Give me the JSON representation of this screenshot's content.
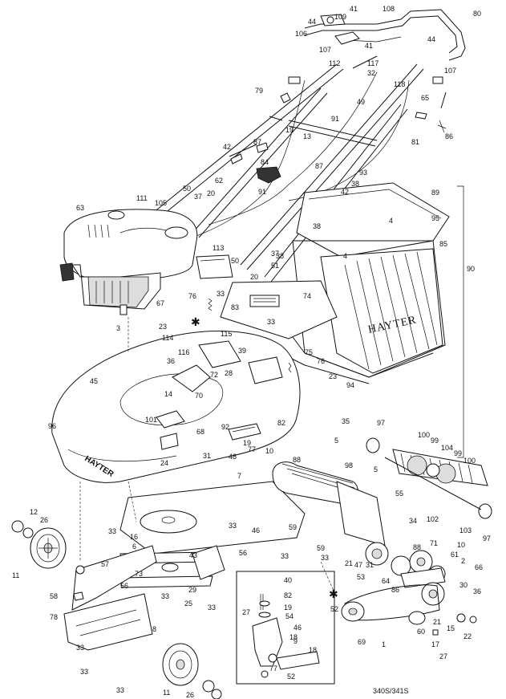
{
  "diagram": {
    "model_ref": "340S/341S",
    "brand_box": "HAYTER",
    "brand_deck": "HAYTER",
    "labels": [
      {
        "id": "l41a",
        "text": "41"
      },
      {
        "id": "l108",
        "text": "108"
      },
      {
        "id": "l80",
        "text": "80"
      },
      {
        "id": "l44a",
        "text": "44"
      },
      {
        "id": "l109",
        "text": "109"
      },
      {
        "id": "l106",
        "text": "106"
      },
      {
        "id": "l41b",
        "text": "41"
      },
      {
        "id": "l107a",
        "text": "107"
      },
      {
        "id": "l44b",
        "text": "44"
      },
      {
        "id": "l107b",
        "text": "107"
      },
      {
        "id": "l112",
        "text": "112"
      },
      {
        "id": "l117",
        "text": "117"
      },
      {
        "id": "l32",
        "text": "32"
      },
      {
        "id": "l79",
        "text": "79"
      },
      {
        "id": "l118",
        "text": "118"
      },
      {
        "id": "l65",
        "text": "65"
      },
      {
        "id": "l49",
        "text": "49"
      },
      {
        "id": "l91a",
        "text": "91"
      },
      {
        "id": "l19a",
        "text": "19"
      },
      {
        "id": "l13",
        "text": "13"
      },
      {
        "id": "l81",
        "text": "81"
      },
      {
        "id": "l86a",
        "text": "86"
      },
      {
        "id": "l42a",
        "text": "42"
      },
      {
        "id": "l87a",
        "text": "87"
      },
      {
        "id": "l84",
        "text": "84"
      },
      {
        "id": "l87b",
        "text": "87"
      },
      {
        "id": "l93",
        "text": "93"
      },
      {
        "id": "l62",
        "text": "62"
      },
      {
        "id": "l38a",
        "text": "38"
      },
      {
        "id": "l89",
        "text": "89"
      },
      {
        "id": "l50a",
        "text": "50"
      },
      {
        "id": "l37a",
        "text": "37"
      },
      {
        "id": "l20a",
        "text": "20"
      },
      {
        "id": "l91b",
        "text": "91"
      },
      {
        "id": "l42b",
        "text": "42"
      },
      {
        "id": "l111",
        "text": "111"
      },
      {
        "id": "l105",
        "text": "105"
      },
      {
        "id": "l63",
        "text": "63"
      },
      {
        "id": "l4a",
        "text": "4"
      },
      {
        "id": "l95",
        "text": "95"
      },
      {
        "id": "l38b",
        "text": "38"
      },
      {
        "id": "l85",
        "text": "85"
      },
      {
        "id": "l113",
        "text": "113"
      },
      {
        "id": "l90",
        "text": "90"
      },
      {
        "id": "l50b",
        "text": "50"
      },
      {
        "id": "l37b",
        "text": "37"
      },
      {
        "id": "l38c",
        "text": "38"
      },
      {
        "id": "l4b",
        "text": "4"
      },
      {
        "id": "l20b",
        "text": "20"
      },
      {
        "id": "l51",
        "text": "51"
      },
      {
        "id": "l76a",
        "text": "76"
      },
      {
        "id": "l33a",
        "text": "33"
      },
      {
        "id": "l83",
        "text": "83"
      },
      {
        "id": "l74",
        "text": "74"
      },
      {
        "id": "l67",
        "text": "67"
      },
      {
        "id": "l3",
        "text": "3"
      },
      {
        "id": "l23a",
        "text": "23"
      },
      {
        "id": "l33b",
        "text": "33"
      },
      {
        "id": "l114",
        "text": "114"
      },
      {
        "id": "l115",
        "text": "115"
      },
      {
        "id": "l75",
        "text": "75"
      },
      {
        "id": "l116",
        "text": "116"
      },
      {
        "id": "l39",
        "text": "39"
      },
      {
        "id": "l76b",
        "text": "76"
      },
      {
        "id": "l36a",
        "text": "36"
      },
      {
        "id": "l72",
        "text": "72"
      },
      {
        "id": "l28",
        "text": "28"
      },
      {
        "id": "l23b",
        "text": "23"
      },
      {
        "id": "l45",
        "text": "45"
      },
      {
        "id": "l94",
        "text": "94"
      },
      {
        "id": "l14",
        "text": "14"
      },
      {
        "id": "l70",
        "text": "70"
      },
      {
        "id": "l101",
        "text": "101"
      },
      {
        "id": "l68",
        "text": "68"
      },
      {
        "id": "l92",
        "text": "92"
      },
      {
        "id": "l82a",
        "text": "82"
      },
      {
        "id": "l35",
        "text": "35"
      },
      {
        "id": "l97a",
        "text": "97"
      },
      {
        "id": "l96",
        "text": "96"
      },
      {
        "id": "l19b",
        "text": "19"
      },
      {
        "id": "l5a",
        "text": "5"
      },
      {
        "id": "l24",
        "text": "24"
      },
      {
        "id": "l31a",
        "text": "31"
      },
      {
        "id": "l48",
        "text": "48"
      },
      {
        "id": "l77a",
        "text": "77"
      },
      {
        "id": "l10a",
        "text": "10"
      },
      {
        "id": "l88a",
        "text": "88"
      },
      {
        "id": "l100a",
        "text": "100"
      },
      {
        "id": "l99a",
        "text": "99"
      },
      {
        "id": "l104",
        "text": "104"
      },
      {
        "id": "l99b",
        "text": "99"
      },
      {
        "id": "l100b",
        "text": "100"
      },
      {
        "id": "l98",
        "text": "98"
      },
      {
        "id": "l7",
        "text": "7"
      },
      {
        "id": "l5b",
        "text": "5"
      },
      {
        "id": "l55",
        "text": "55"
      },
      {
        "id": "l12",
        "text": "12"
      },
      {
        "id": "l26a",
        "text": "26"
      },
      {
        "id": "l102",
        "text": "102"
      },
      {
        "id": "l103",
        "text": "103"
      },
      {
        "id": "l97b",
        "text": "97"
      },
      {
        "id": "l33c",
        "text": "33"
      },
      {
        "id": "l16",
        "text": "16"
      },
      {
        "id": "l33d",
        "text": "33"
      },
      {
        "id": "l46a",
        "text": "46"
      },
      {
        "id": "l59a",
        "text": "59"
      },
      {
        "id": "l34",
        "text": "34"
      },
      {
        "id": "l11a",
        "text": "11"
      },
      {
        "id": "l6",
        "text": "6"
      },
      {
        "id": "l43",
        "text": "43"
      },
      {
        "id": "l56a",
        "text": "56"
      },
      {
        "id": "l33e",
        "text": "33"
      },
      {
        "id": "l59b",
        "text": "59"
      },
      {
        "id": "l33f",
        "text": "33"
      },
      {
        "id": "l88b",
        "text": "88"
      },
      {
        "id": "l71",
        "text": "71"
      },
      {
        "id": "l10b",
        "text": "10"
      },
      {
        "id": "l61",
        "text": "61"
      },
      {
        "id": "l2",
        "text": "2"
      },
      {
        "id": "l57",
        "text": "57"
      },
      {
        "id": "l73",
        "text": "73"
      },
      {
        "id": "l21a",
        "text": "21"
      },
      {
        "id": "l47",
        "text": "47"
      },
      {
        "id": "l31b",
        "text": "31"
      },
      {
        "id": "l64",
        "text": "64"
      },
      {
        "id": "l66",
        "text": "66"
      },
      {
        "id": "l56b",
        "text": "56"
      },
      {
        "id": "l29",
        "text": "29"
      },
      {
        "id": "l40",
        "text": "40"
      },
      {
        "id": "l53",
        "text": "53"
      },
      {
        "id": "l58",
        "text": "58"
      },
      {
        "id": "l33g",
        "text": "33"
      },
      {
        "id": "l25",
        "text": "25"
      },
      {
        "id": "l33h",
        "text": "33"
      },
      {
        "id": "l82b",
        "text": "82"
      },
      {
        "id": "l27a",
        "text": "27"
      },
      {
        "id": "l19c",
        "text": "19"
      },
      {
        "id": "l54",
        "text": "54"
      },
      {
        "id": "l86b",
        "text": "86"
      },
      {
        "id": "l30",
        "text": "30"
      },
      {
        "id": "l36b",
        "text": "36"
      },
      {
        "id": "l78",
        "text": "78"
      },
      {
        "id": "l8",
        "text": "8"
      },
      {
        "id": "l46b",
        "text": "46"
      },
      {
        "id": "l52a",
        "text": "52"
      },
      {
        "id": "l21b",
        "text": "21"
      },
      {
        "id": "l15",
        "text": "15"
      },
      {
        "id": "l18a",
        "text": "18"
      },
      {
        "id": "l9",
        "text": "9"
      },
      {
        "id": "l69",
        "text": "69"
      },
      {
        "id": "l1",
        "text": "1"
      },
      {
        "id": "l60",
        "text": "60"
      },
      {
        "id": "l17",
        "text": "17"
      },
      {
        "id": "l22",
        "text": "22"
      },
      {
        "id": "l33i",
        "text": "33"
      },
      {
        "id": "l18b",
        "text": "18"
      },
      {
        "id": "l27b",
        "text": "27"
      },
      {
        "id": "l33j",
        "text": "33"
      },
      {
        "id": "l77b",
        "text": "77"
      },
      {
        "id": "l33k",
        "text": "33"
      },
      {
        "id": "l52b",
        "text": "52"
      },
      {
        "id": "l11b",
        "text": "11"
      },
      {
        "id": "l26b",
        "text": "26"
      }
    ]
  }
}
